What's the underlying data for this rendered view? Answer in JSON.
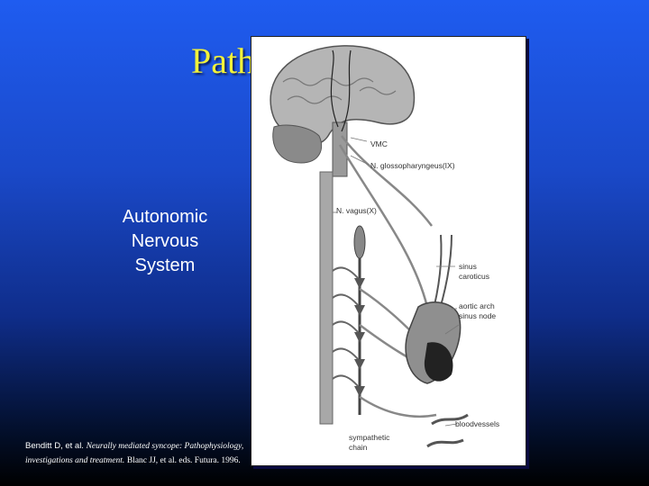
{
  "slide": {
    "title": "Path",
    "subtitle_lines": [
      "Autonomic",
      "Nervous",
      "System"
    ],
    "citation": {
      "authors": "Benditt D, et al.",
      "title_italic": "Neurally mediated syncope: Pathophysiology, investigations and treatment.",
      "editors": "Blanc JJ, et al. eds. Futura. 1996."
    }
  },
  "figure": {
    "labels": {
      "vmc": "VMC",
      "glosso": "N. glossopharyngeus(IX)",
      "vagus": "N. vagus(X)",
      "sinus_caroticus_1": "sinus",
      "sinus_caroticus_2": "caroticus",
      "aortic_arch": "aortic arch",
      "sinus_node": "sinus node",
      "bloodvessels": "bloodvessels",
      "sympathetic_1": "sympathetic",
      "sympathetic_2": "chain"
    }
  }
}
